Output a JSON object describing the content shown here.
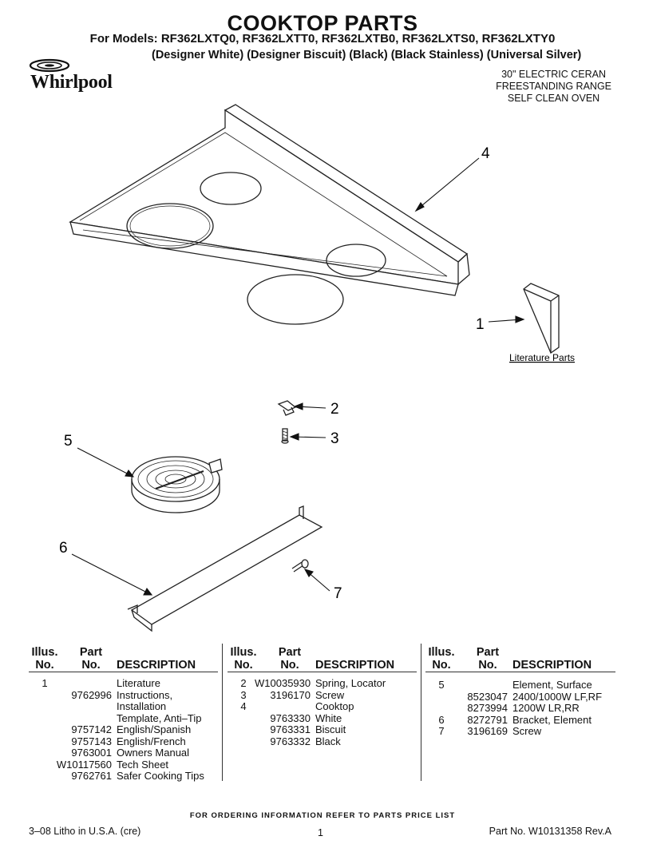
{
  "header": {
    "title": "COOKTOP PARTS",
    "models": "For Models: RF362LXTQ0, RF362LXTT0, RF362LXTB0, RF362LXTS0, RF362LXTY0",
    "colors": "(Designer White) (Designer Biscuit) (Black) (Black Stainless) (Universal Silver)",
    "brand": "Whirlpool",
    "product_lines": [
      "30\" ELECTRIC CERAN",
      "FREESTANDING RANGE",
      "SELF CLEAN OVEN"
    ]
  },
  "diagram": {
    "callouts": [
      "4",
      "1",
      "2",
      "3",
      "5",
      "6",
      "7"
    ],
    "literature_label": "Literature Parts"
  },
  "table": {
    "headers": {
      "illus_line1": "Illus.",
      "illus_line2": "No.",
      "part_line1": "Part",
      "part_line2": "No.",
      "description": "DESCRIPTION"
    },
    "col1": [
      {
        "illus": "1",
        "part": "",
        "desc": "Literature"
      },
      {
        "illus": "",
        "part": "9762996",
        "desc": "Instructions,"
      },
      {
        "illus": "",
        "part": "",
        "desc": "Installation"
      },
      {
        "illus": "",
        "part": "",
        "desc": "Template, Anti–Tip"
      },
      {
        "illus": "",
        "part": "9757142",
        "desc": "English/Spanish"
      },
      {
        "illus": "",
        "part": "9757143",
        "desc": "English/French"
      },
      {
        "illus": "",
        "part": "9763001",
        "desc": "Owners Manual"
      },
      {
        "illus": "",
        "part": "W10117560",
        "desc": "Tech Sheet"
      },
      {
        "illus": "",
        "part": "9762761",
        "desc": "Safer Cooking Tips"
      }
    ],
    "col2": [
      {
        "illus": "2",
        "part": "W10035930",
        "desc": "Spring, Locator"
      },
      {
        "illus": "3",
        "part": "3196170",
        "desc": "Screw"
      },
      {
        "illus": "4",
        "part": "",
        "desc": "Cooktop"
      },
      {
        "illus": "",
        "part": "9763330",
        "desc": "White"
      },
      {
        "illus": "",
        "part": "9763331",
        "desc": "Biscuit"
      },
      {
        "illus": "",
        "part": "9763332",
        "desc": "Black"
      }
    ],
    "col3": [
      {
        "illus": "5",
        "part": "",
        "desc": "Element, Surface"
      },
      {
        "illus": "",
        "part": "8523047",
        "desc": "2400/1000W LF,RF"
      },
      {
        "illus": "",
        "part": "8273994",
        "desc": "1200W LR,RR"
      },
      {
        "illus": "6",
        "part": "8272791",
        "desc": "Bracket, Element"
      },
      {
        "illus": "7",
        "part": "3196169",
        "desc": "Screw"
      }
    ]
  },
  "footer": {
    "order_note": "FOR ORDERING INFORMATION REFER TO PARTS PRICE LIST",
    "litho": "3–08 Litho in U.S.A. (cre)",
    "page": "1",
    "part_no": "Part No. W10131358 Rev.A"
  }
}
